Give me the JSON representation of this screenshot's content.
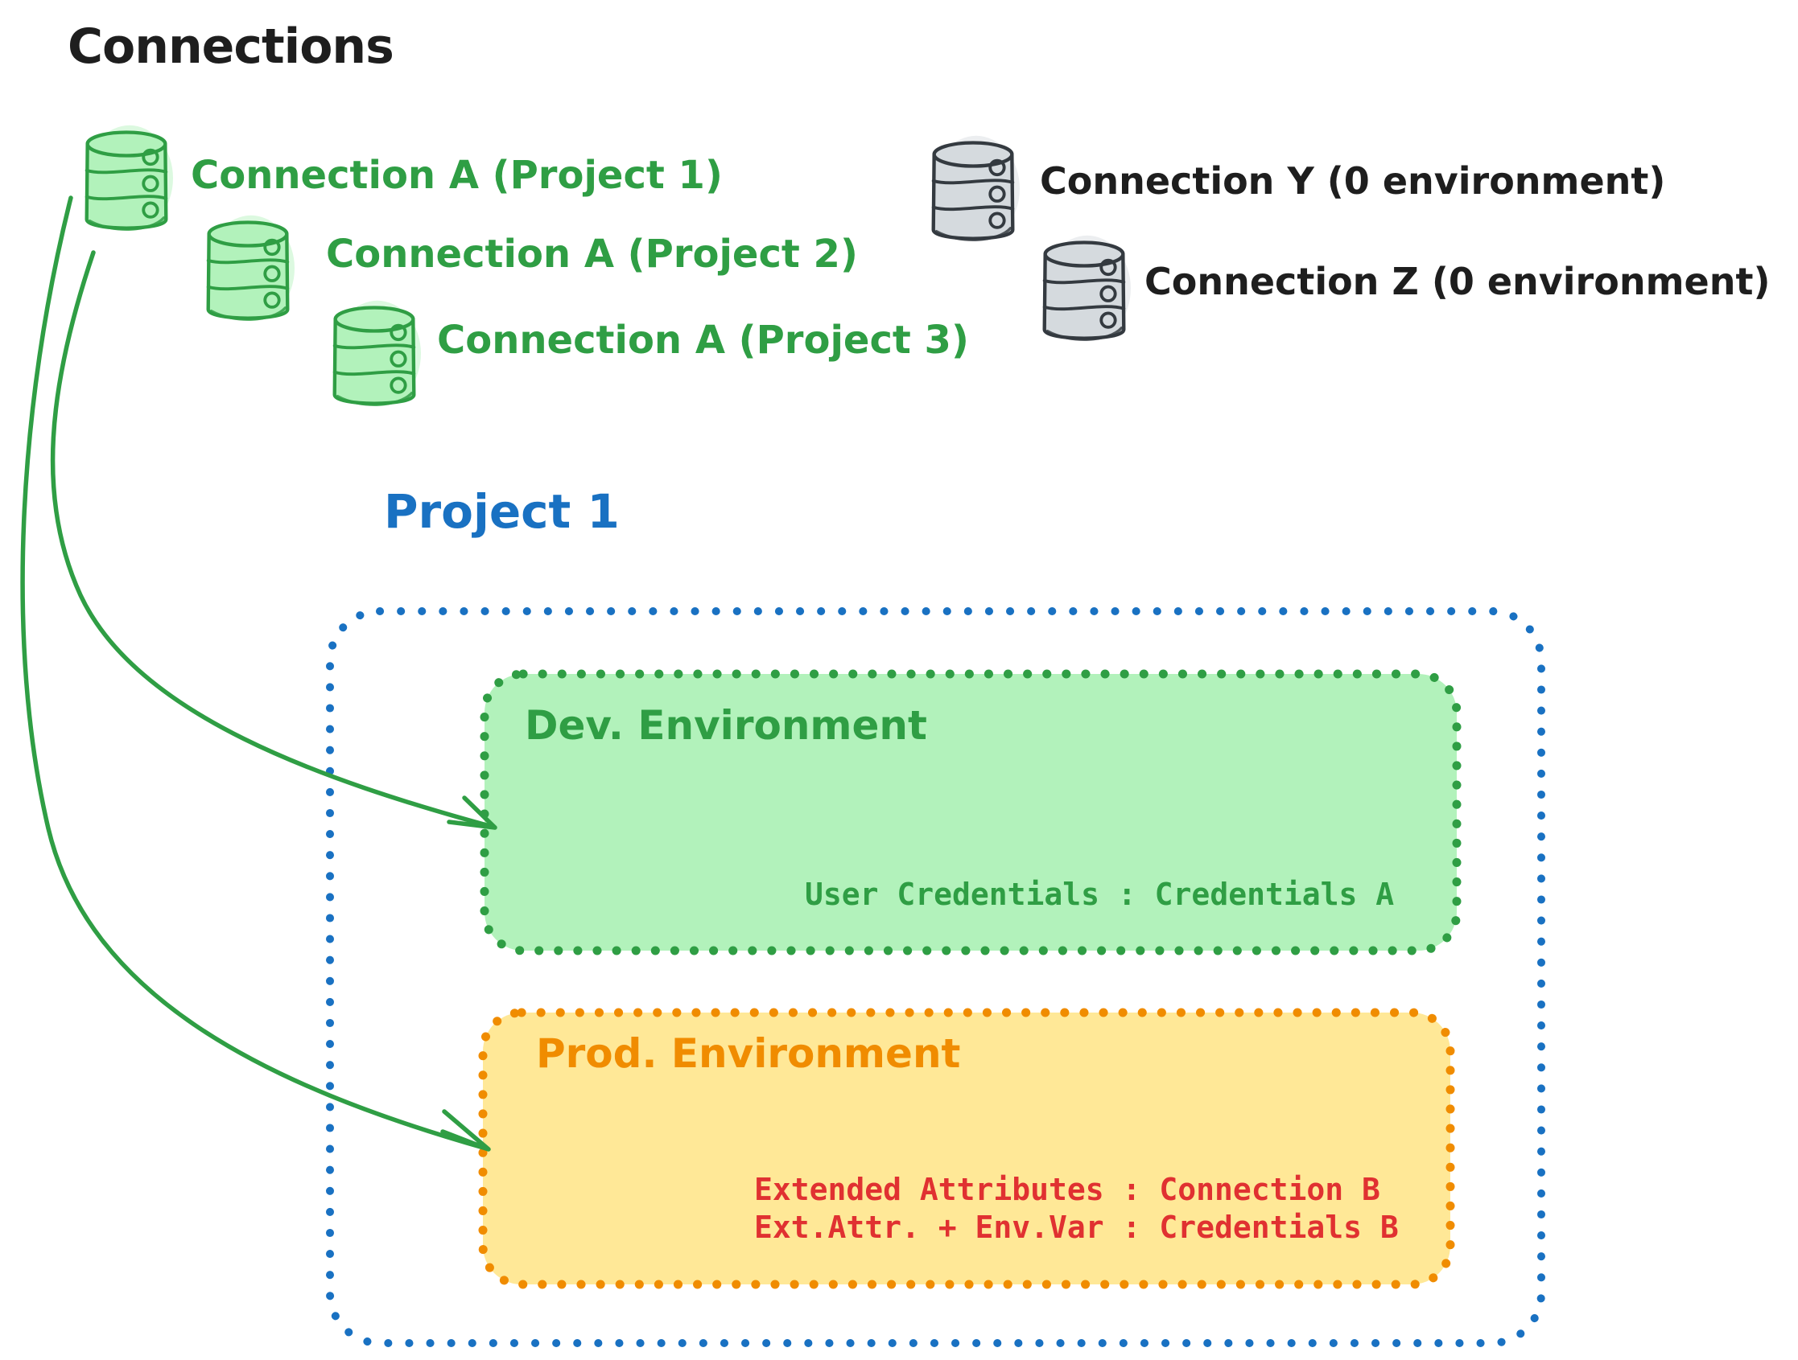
{
  "title": "Connections",
  "colors": {
    "ink": "#1e1e1e",
    "green": "#2f9e44",
    "green_fill": "#b2f2bb",
    "gray_stroke": "#343a40",
    "gray_fill": "#d5dade",
    "blue": "#1971c2",
    "orange": "#f08c00",
    "yellow_fill": "#ffe897",
    "red": "#e03131"
  },
  "connections": {
    "project_a": [
      {
        "label": "Connection A (Project 1)"
      },
      {
        "label": "Connection A (Project 2)"
      },
      {
        "label": "Connection A (Project 3)"
      }
    ],
    "unassigned": [
      {
        "label": "Connection Y (0 environment)"
      },
      {
        "label": "Connection Z (0 environment)"
      }
    ]
  },
  "project": {
    "title": "Project 1",
    "dev": {
      "title": "Dev. Environment",
      "binding": "User Credentials : Credentials A"
    },
    "prod": {
      "title": "Prod. Environment",
      "binding1": "Extended Attributes : Connection B",
      "binding2": "Ext.Attr. + Env.Var : Credentials B"
    }
  }
}
